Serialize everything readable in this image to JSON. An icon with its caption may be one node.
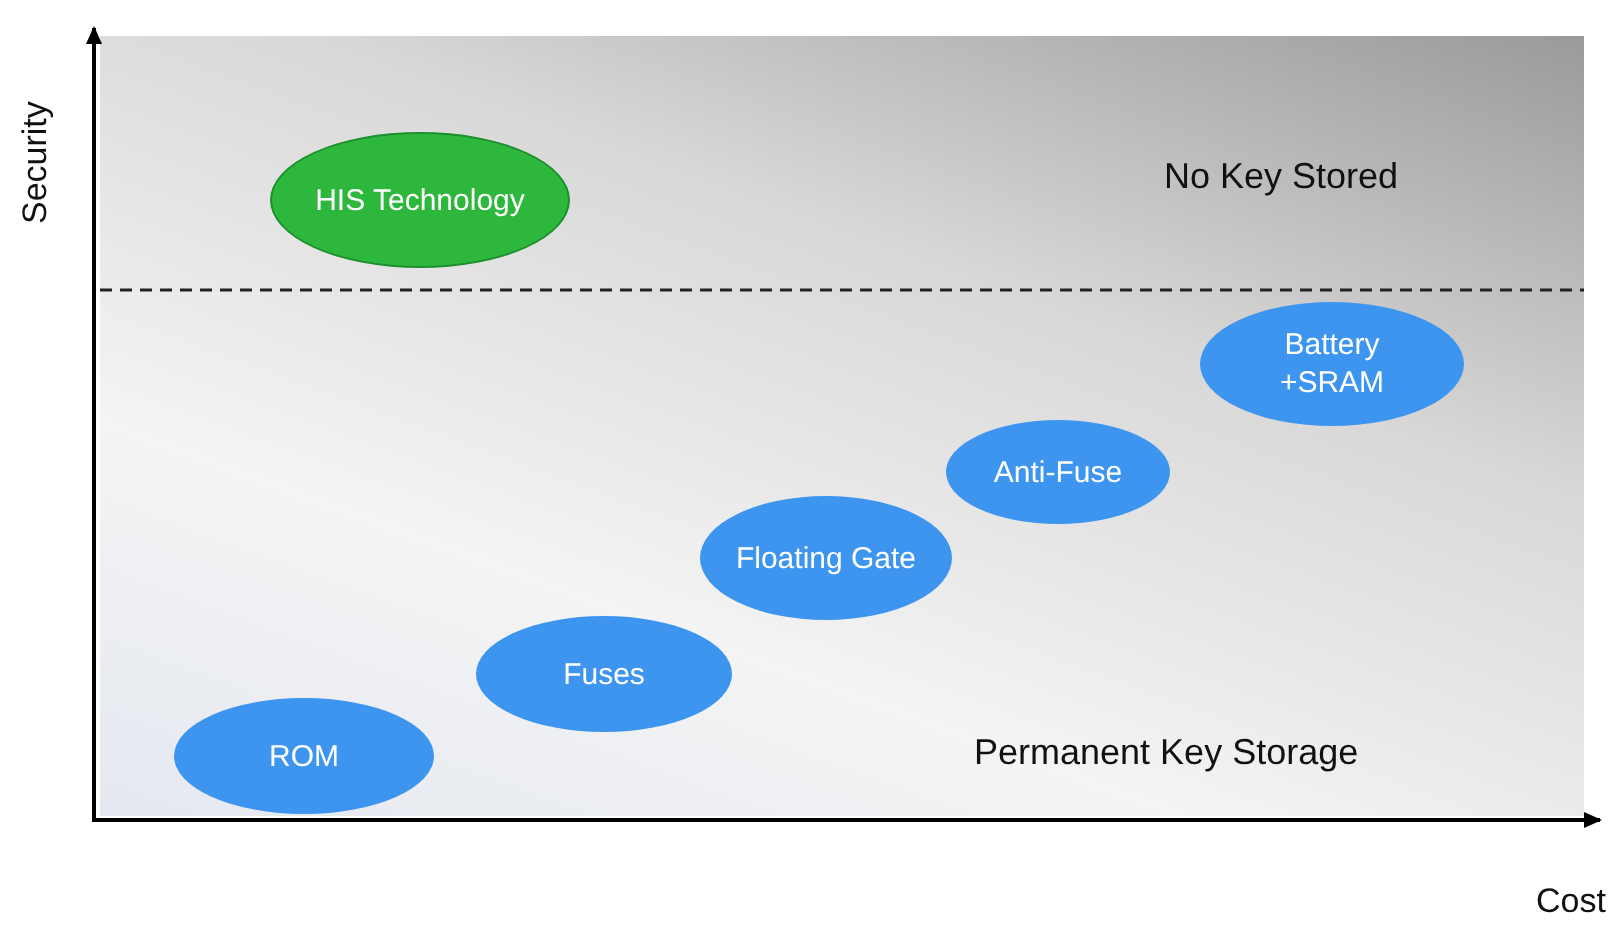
{
  "diagram": {
    "nodes": [
      {
        "text": [
          "HIS Technology"
        ]
      },
      {
        "text": [
          "ROM"
        ]
      },
      {
        "text": [
          "Fuses"
        ]
      },
      {
        "text": [
          "Floating Gate"
        ]
      },
      {
        "text": [
          "Anti-Fuse"
        ]
      },
      {
        "text": [
          "Battery +SRAM"
        ]
      }
    ],
    "labels": [
      "Security",
      "No Key Stored",
      "Permanent Key Storage",
      "Cost"
    ]
  }
}
